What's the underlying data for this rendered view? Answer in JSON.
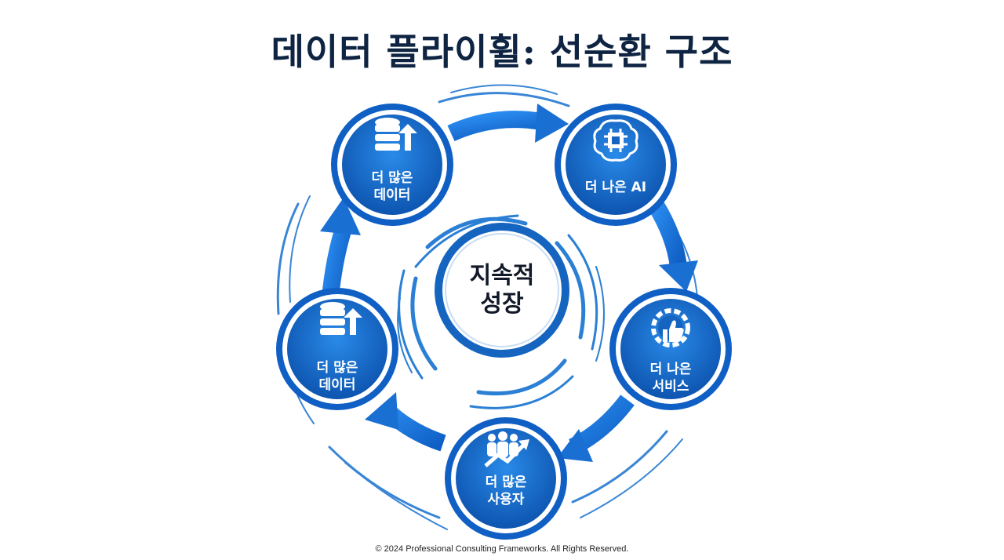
{
  "title": "데이터 플라이휠: 선순환 구조",
  "center": {
    "line1": "지속적",
    "line2": "성장"
  },
  "nodes": [
    {
      "id": "more-data-top",
      "icon": "database-up-icon",
      "line1": "더 많은",
      "line2": "데이터"
    },
    {
      "id": "better-ai",
      "icon": "brain-chip-icon",
      "line1": "더 나은 AI",
      "line2": ""
    },
    {
      "id": "better-service",
      "icon": "gear-thumbs-up-icon",
      "line1": "더 나은",
      "line2": "서비스"
    },
    {
      "id": "more-users",
      "icon": "users-growth-icon",
      "line1": "더 많은",
      "line2": "사용자"
    },
    {
      "id": "more-data-left",
      "icon": "database-up-icon",
      "line1": "더 많은",
      "line2": "데이터"
    }
  ],
  "colors": {
    "primary": "#1565c0",
    "primary_light": "#1e88e5",
    "arrow": "#1a73d9",
    "swirl": "#2b7fd4",
    "title": "#0e2442"
  },
  "footer": "© 2024 Professional Consulting Frameworks. All Rights Reserved."
}
